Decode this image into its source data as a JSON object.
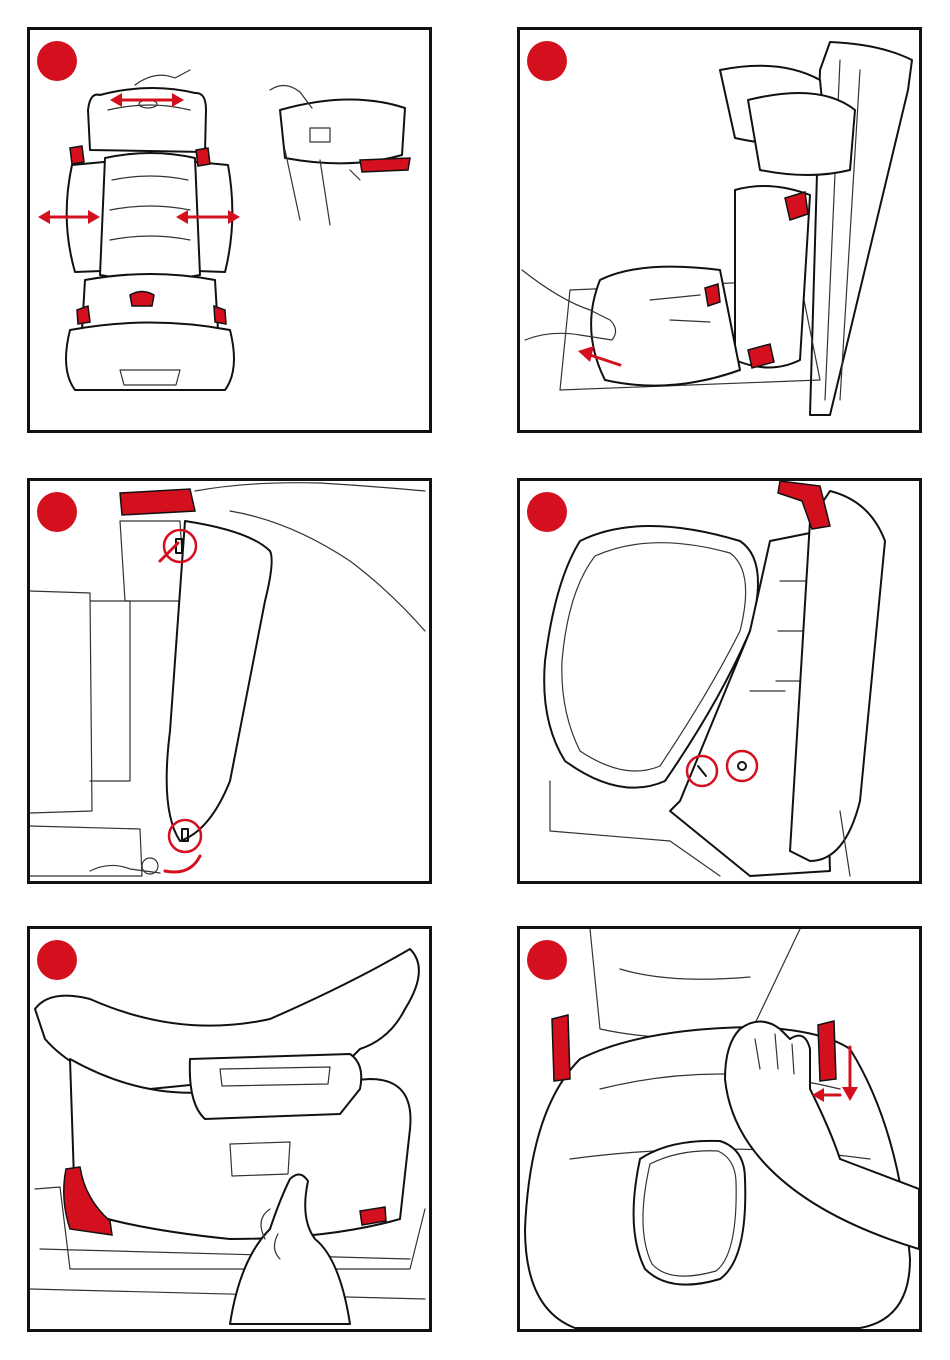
{
  "colors": {
    "accent_red": "#d4101f",
    "line": "#111111",
    "background": "#ffffff"
  },
  "panels": [
    {
      "id": 1,
      "marker": "",
      "content": "booster-seat-front-view-with-adjust-arrows"
    },
    {
      "id": 2,
      "marker": "",
      "content": "seat-placed-on-vehicle-seat-hand-pulling-base"
    },
    {
      "id": 3,
      "marker": "",
      "content": "backrest-hook-detail-circled"
    },
    {
      "id": 4,
      "marker": "",
      "content": "backrest-side-view-pins-circled"
    },
    {
      "id": 5,
      "marker": "",
      "content": "hand-pulling-handle-under-seat"
    },
    {
      "id": 6,
      "marker": "",
      "content": "hand-pressing-release-button-arrows"
    }
  ]
}
